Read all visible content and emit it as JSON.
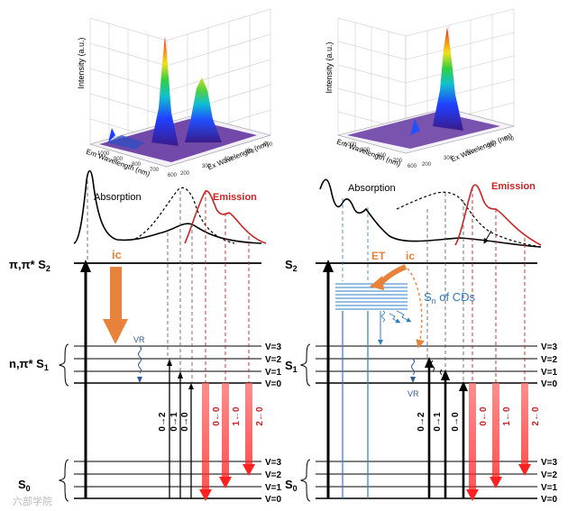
{
  "left_panel": {
    "surface_axes": {
      "z_label": "Intensity (a.u.)",
      "x_label": "Em Wavelength (nm)",
      "y_label": "Ex Wavelength (nm)",
      "x_ticks": [
        "1000",
        "900",
        "800",
        "700",
        "600"
      ],
      "y_ticks": [
        "200",
        "300",
        "400",
        "500",
        "600"
      ]
    },
    "absorption_label": "Absorption",
    "emission_label": "Emission",
    "s2_label": "π,π* S",
    "s2_sub": "2",
    "s1_label": "n,π* S",
    "s1_sub": "1",
    "s0_label": "S",
    "s0_sub": "0",
    "ic_label": "ic",
    "vr_label": "VR",
    "absorb_transitions": [
      "0→2",
      "0→1",
      "0→0"
    ],
    "emit_transitions": [
      "0←0",
      "1←0",
      "2←0"
    ]
  },
  "right_panel": {
    "surface_axes": {
      "z_label": "Intensity (a.u.)",
      "x_label": "Em Wavelength (nm)",
      "y_label": "Ex Wavelength (nm)",
      "x_ticks": [
        "1000",
        "900",
        "800",
        "700",
        "600"
      ],
      "y_ticks": [
        "200",
        "300",
        "400",
        "500",
        "600"
      ]
    },
    "absorption_label": "Absorption",
    "emission_label": "Emission",
    "s2_label": "S",
    "s2_sub": "2",
    "s1_label": "S",
    "s1_sub": "1",
    "s0_label": "S",
    "s0_sub": "0",
    "et_label": "ET",
    "ic_label": "ic",
    "sn_label": "S",
    "sn_sub": "n",
    "sn_suffix": " of CDs",
    "vr_label": "VR",
    "absorb_transitions": [
      "0→2",
      "0→1",
      "0→0"
    ],
    "emit_transitions": [
      "0←0",
      "1←0",
      "2←0"
    ]
  },
  "vib_levels": [
    "V=3",
    "V=2",
    "V=1",
    "V=0"
  ],
  "watermark": "六部学院",
  "colors": {
    "ic_orange": "#e8823a",
    "emission_red": "#cc2222",
    "cd_blue": "#2e7cc0",
    "et_orange": "#e8823a",
    "surface_purple": "#5a2a9a"
  }
}
